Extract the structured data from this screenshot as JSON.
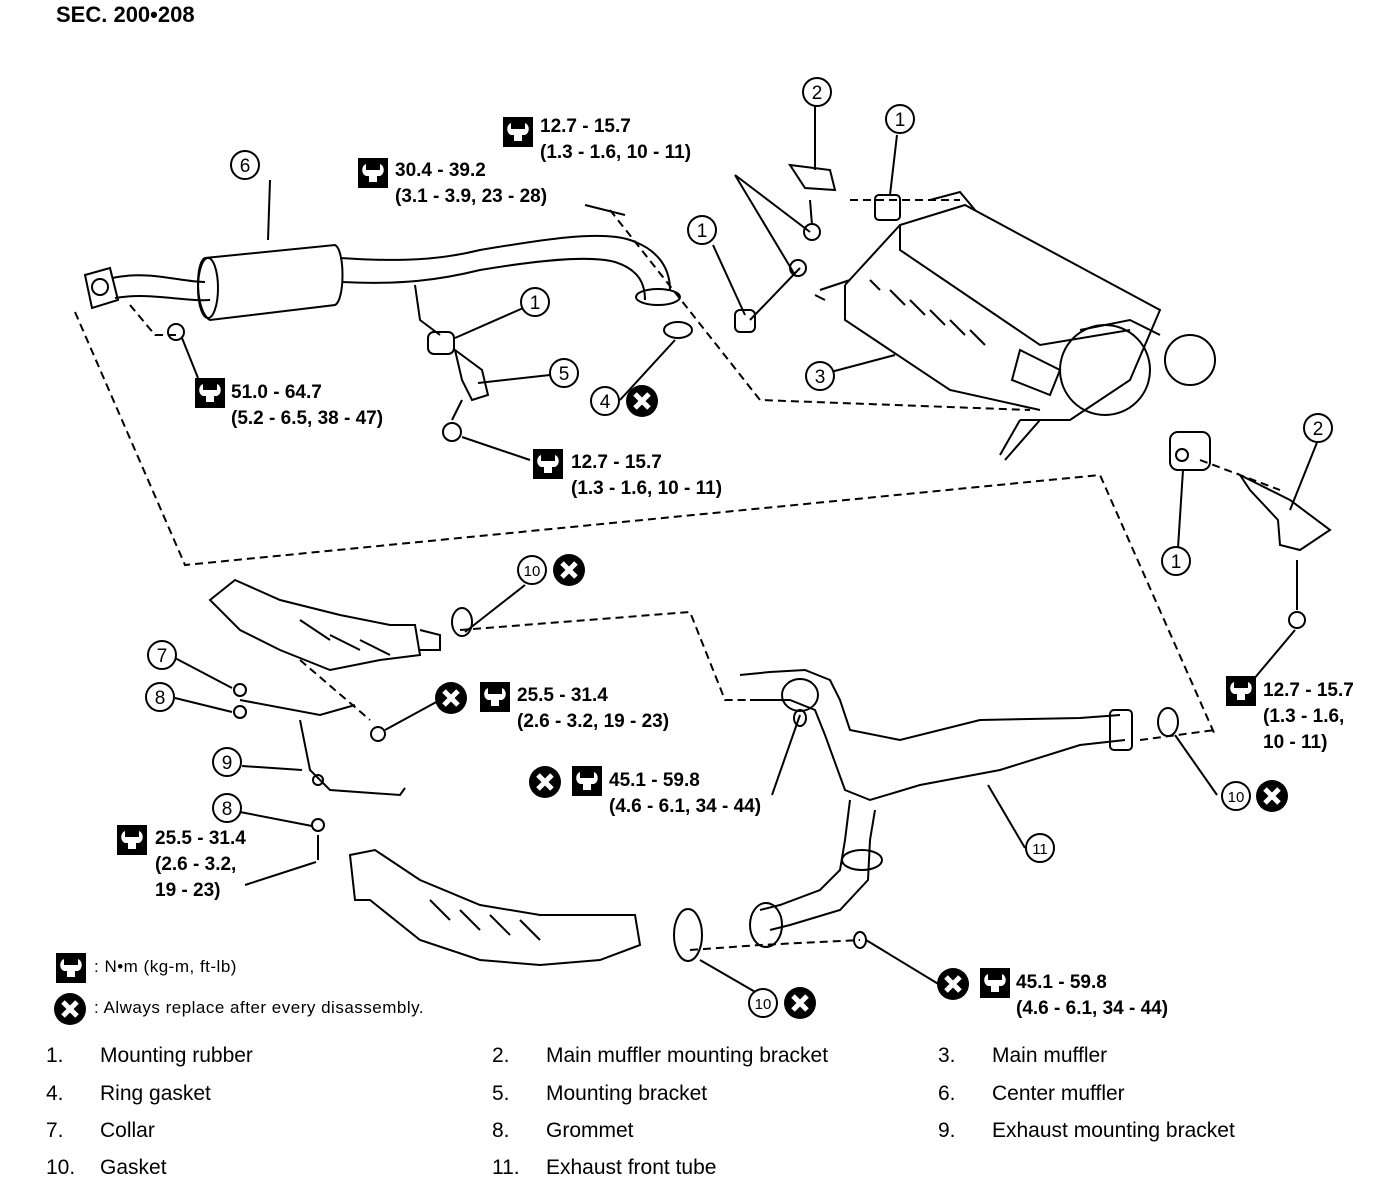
{
  "section": "SEC. 200•208",
  "torque_specs": [
    {
      "id": "t1",
      "line1": "12.7 - 15.7",
      "line2": "(1.3 - 1.6, 10 - 11)"
    },
    {
      "id": "t2",
      "line1": "30.4 - 39.2",
      "line2": "(3.1 - 3.9, 23 - 28)"
    },
    {
      "id": "t3",
      "line1": "51.0 - 64.7",
      "line2": "(5.2 - 6.5, 38 - 47)"
    },
    {
      "id": "t4",
      "line1": "12.7 - 15.7",
      "line2": "(1.3 - 1.6, 10 - 11)"
    },
    {
      "id": "t5",
      "line1": "12.7 - 15.7",
      "line2": "(1.3 - 1.6,",
      "line3": "10 - 11)"
    },
    {
      "id": "t6",
      "line1": "25.5 - 31.4",
      "line2": "(2.6 - 3.2, 19 - 23)"
    },
    {
      "id": "t7",
      "line1": "45.1 - 59.8",
      "line2": "(4.6 - 6.1, 34 - 44)"
    },
    {
      "id": "t8",
      "line1": "25.5 - 31.4",
      "line2": "(2.6 - 3.2,",
      "line3": "19 - 23)"
    },
    {
      "id": "t9",
      "line1": "45.1 - 59.8",
      "line2": "(4.6 - 6.1, 34 - 44)"
    }
  ],
  "callouts": [
    "1",
    "2",
    "3",
    "4",
    "5",
    "6",
    "7",
    "8",
    "9",
    "10",
    "11"
  ],
  "legend": {
    "torque_unit": ": N•m (kg-m, ft-lb)",
    "replace_note": ": Always replace after every disassembly."
  },
  "parts": [
    {
      "num": "1.",
      "name": "Mounting rubber"
    },
    {
      "num": "2.",
      "name": "Main muffler mounting bracket"
    },
    {
      "num": "3.",
      "name": "Main muffler"
    },
    {
      "num": "4.",
      "name": "Ring gasket"
    },
    {
      "num": "5.",
      "name": "Mounting bracket"
    },
    {
      "num": "6.",
      "name": "Center muffler"
    },
    {
      "num": "7.",
      "name": "Collar"
    },
    {
      "num": "8.",
      "name": "Grommet"
    },
    {
      "num": "9.",
      "name": "Exhaust mounting bracket"
    },
    {
      "num": "10.",
      "name": "Gasket"
    },
    {
      "num": "11.",
      "name": "Exhaust front tube"
    }
  ]
}
